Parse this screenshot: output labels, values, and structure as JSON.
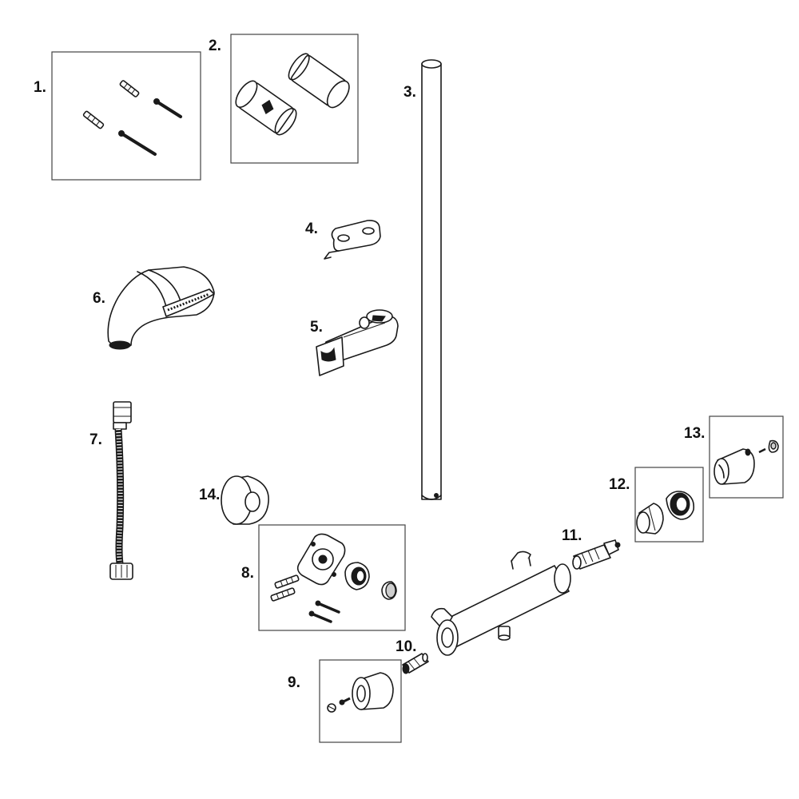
{
  "labels": {
    "p1": "1.",
    "p2": "2.",
    "p3": "3.",
    "p4": "4.",
    "p5": "5.",
    "p6": "6.",
    "p7": "7.",
    "p8": "8.",
    "p9": "9.",
    "p10": "10.",
    "p11": "11.",
    "p12": "12.",
    "p13": "13.",
    "p14": "14."
  }
}
